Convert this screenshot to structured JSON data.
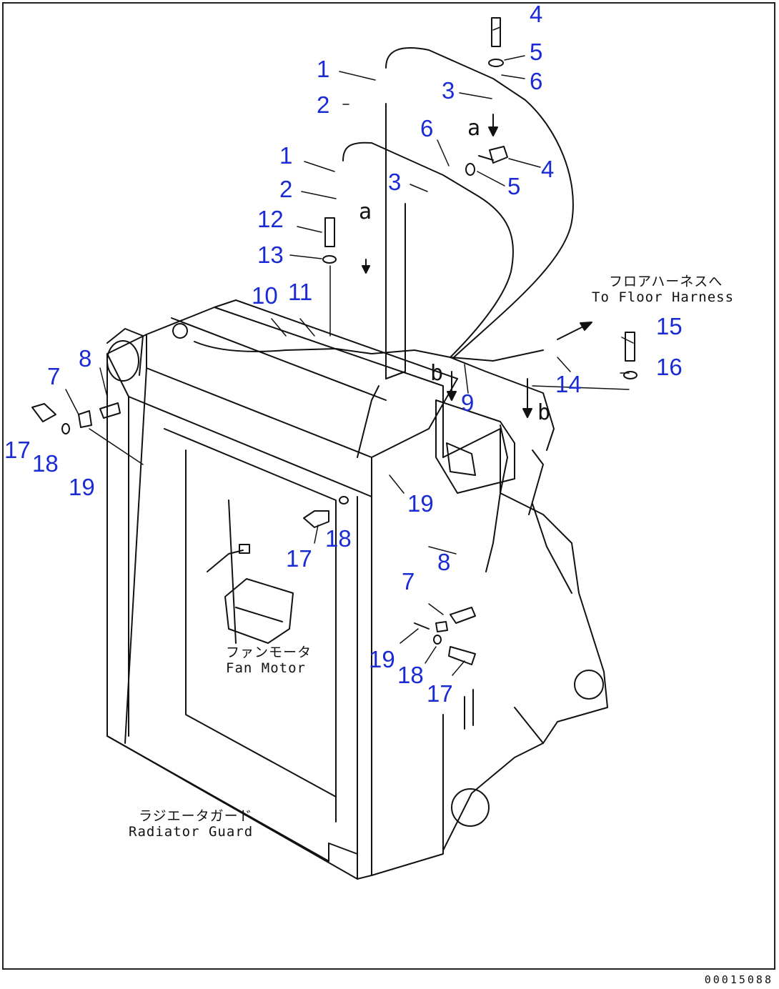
{
  "callouts": [
    {
      "id": "1",
      "text": "1"
    },
    {
      "id": "2",
      "text": "2"
    },
    {
      "id": "1b",
      "text": "1"
    },
    {
      "id": "2b",
      "text": "2"
    },
    {
      "id": "3",
      "text": "3"
    },
    {
      "id": "3b",
      "text": "3"
    },
    {
      "id": "4",
      "text": "4"
    },
    {
      "id": "4b",
      "text": "4"
    },
    {
      "id": "5",
      "text": "5"
    },
    {
      "id": "5b",
      "text": "5"
    },
    {
      "id": "6",
      "text": "6"
    },
    {
      "id": "6b",
      "text": "6"
    },
    {
      "id": "7",
      "text": "7"
    },
    {
      "id": "7b",
      "text": "7"
    },
    {
      "id": "8",
      "text": "8"
    },
    {
      "id": "8b",
      "text": "8"
    },
    {
      "id": "9",
      "text": "9"
    },
    {
      "id": "10",
      "text": "10"
    },
    {
      "id": "11",
      "text": "11"
    },
    {
      "id": "12",
      "text": "12"
    },
    {
      "id": "13",
      "text": "13"
    },
    {
      "id": "14",
      "text": "14"
    },
    {
      "id": "15",
      "text": "15"
    },
    {
      "id": "16",
      "text": "16"
    },
    {
      "id": "17",
      "text": "17"
    },
    {
      "id": "17b",
      "text": "17"
    },
    {
      "id": "17c",
      "text": "17"
    },
    {
      "id": "18",
      "text": "18"
    },
    {
      "id": "18b",
      "text": "18"
    },
    {
      "id": "18c",
      "text": "18"
    },
    {
      "id": "19",
      "text": "19"
    },
    {
      "id": "19b",
      "text": "19"
    },
    {
      "id": "19c",
      "text": "19"
    }
  ],
  "captions": {
    "floor_harness_jp": "フロアハーネスへ",
    "floor_harness_en": "To Floor Harness",
    "fan_motor_jp": "ファンモータ",
    "fan_motor_en": "Fan Motor",
    "radiator_guard_jp": "ラジエータガード",
    "radiator_guard_en": "Radiator Guard"
  },
  "view_marks": {
    "a1": "a",
    "a2": "a",
    "b1": "b",
    "b2": "b"
  },
  "drawing_number": "00015088",
  "colors": {
    "callout": "#1a2bd6",
    "line": "#111111"
  }
}
